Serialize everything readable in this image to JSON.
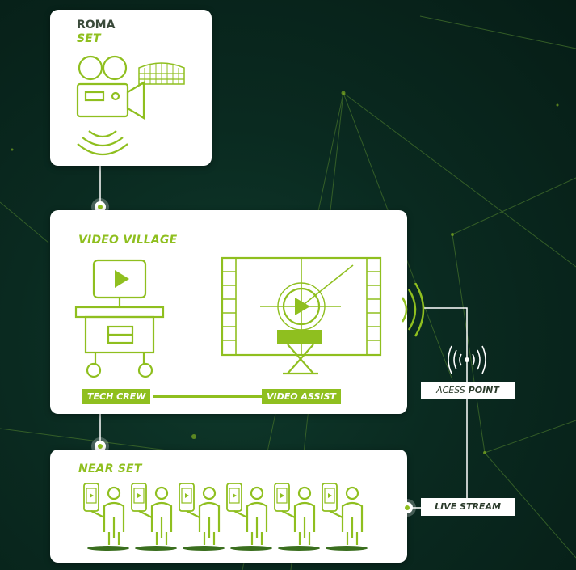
{
  "set": {
    "line1": "ROMA",
    "line2": "SET"
  },
  "video_village": {
    "title": "VIDEO VILLAGE",
    "tech_crew": "TECH CREW",
    "video_assist": "VIDEO ASSIST"
  },
  "near_set": {
    "title": "NEAR SET"
  },
  "access_point": {
    "label_plain": "ACESS",
    "label_bold": "POINT"
  },
  "live_stream": {
    "label": "LIVE STREAM"
  },
  "colors": {
    "accent": "#8fbf1f",
    "background": "#0a2a20",
    "card": "#ffffff"
  }
}
